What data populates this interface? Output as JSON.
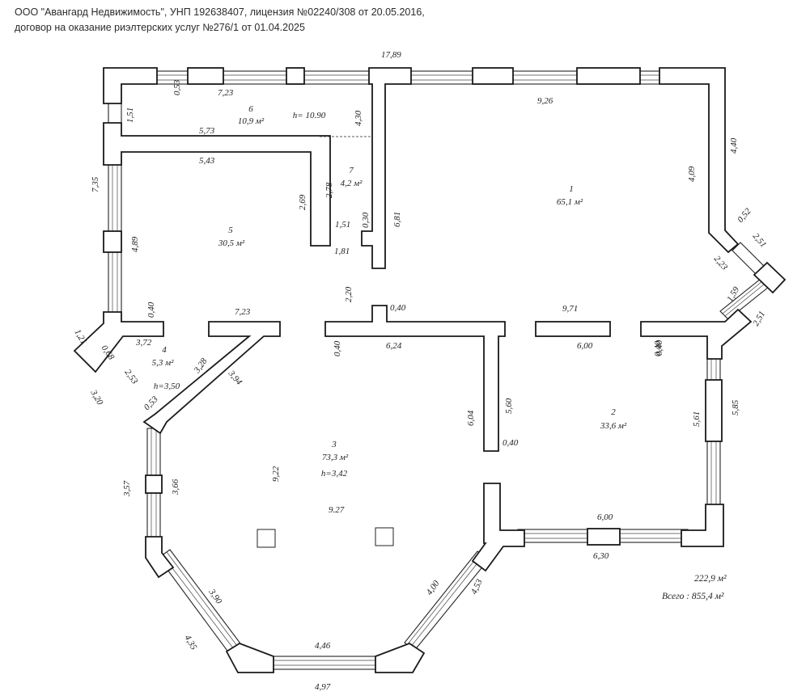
{
  "header": {
    "line1": "ООО \"Авангард Недвижимость\", УНП 192638407, лицензия №02240/308 от 20.05.2016,",
    "line2": "договор на оказание риэлтерских услуг №276/1 от 01.04.2025"
  },
  "rooms": [
    {
      "number": "1",
      "area": "65,1 м²"
    },
    {
      "number": "2",
      "area": "33,6 м²"
    },
    {
      "number": "3",
      "area": "73,3 м²",
      "height": "h=3,42"
    },
    {
      "number": "4",
      "area": "5,3 м²",
      "height": "h=3,50"
    },
    {
      "number": "5",
      "area": "30,5 м²"
    },
    {
      "number": "6",
      "area": "10,9 м²",
      "height": "h= 10.90"
    },
    {
      "number": "7",
      "area": "4,2 м²"
    }
  ],
  "dimensions": [
    "17,89",
    "0,53",
    "7,23",
    "9,26",
    "4,30",
    "1,51",
    "5,73",
    "5,43",
    "7,35",
    "2,69",
    "2,78",
    "1,51",
    "0,30",
    "6,81",
    "4,40",
    "4,09",
    "0,52",
    "2,51",
    "2,23",
    "4,89",
    "1,81",
    "2,20",
    "0,40",
    "7,23",
    "1,21",
    "0,40",
    "0,68",
    "3,72",
    "3,28",
    "3,94",
    "2,53",
    "3,20",
    "0,53",
    "0,40",
    "6,24",
    "0,40",
    "9,71",
    "6,00",
    "0,40",
    "1,59",
    "2,51",
    "6,04",
    "5,60",
    "0,40",
    "5,61",
    "5,85",
    "9,22",
    "9.27",
    "3,57",
    "3,66",
    "6,00",
    "6,30",
    "3,90",
    "4,00",
    "4,53",
    "4,35",
    "4,46",
    "4,97"
  ],
  "totals": {
    "floor": "222,9 м²",
    "all": "Всего : 855,4 м²"
  },
  "colors": {
    "wall_fill": "#ffffff",
    "line": "#1a1a1a",
    "text": "#222222"
  }
}
